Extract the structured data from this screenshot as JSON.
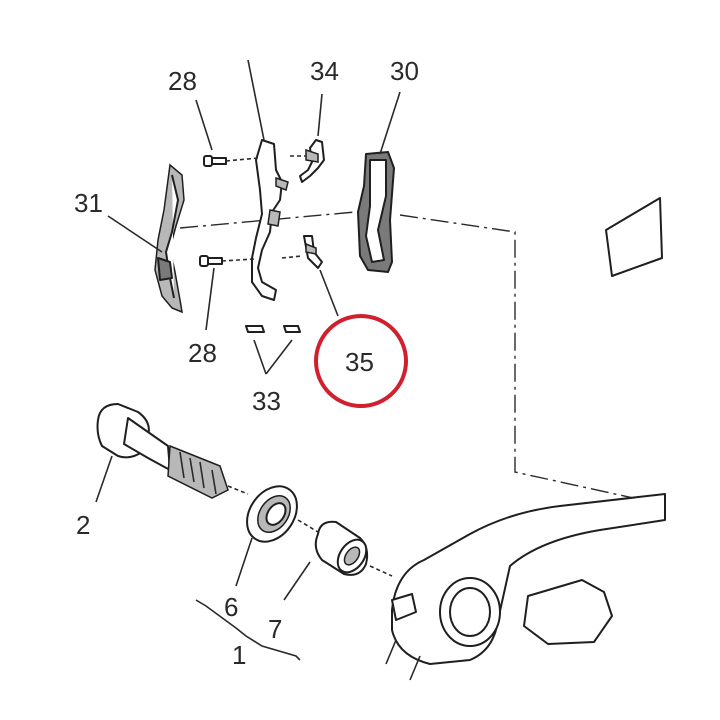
{
  "callouts": {
    "c28_top": "28",
    "c34": "34",
    "c30": "30",
    "c31": "31",
    "c28_bottom": "28",
    "c35": "35",
    "c33": "33",
    "c2": "2",
    "c6": "6",
    "c7": "7",
    "c1": "1"
  },
  "colors": {
    "highlight": "#d0202e",
    "ink": "#1f1f1f"
  }
}
